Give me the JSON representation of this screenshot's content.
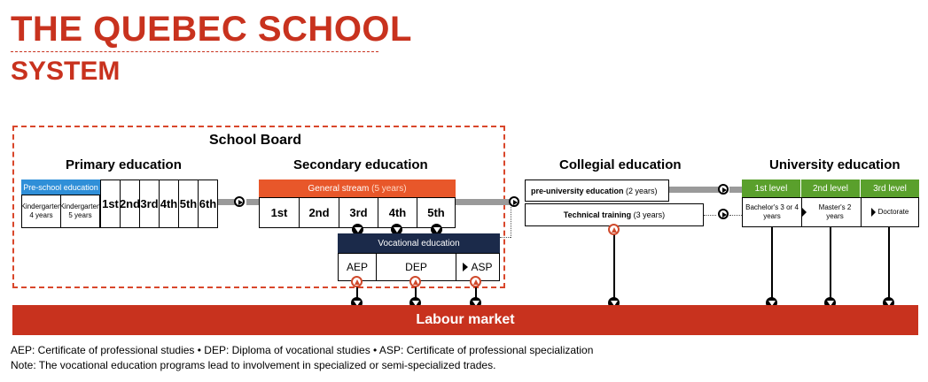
{
  "title_line1": "THE QUEBEC SCHOOL",
  "title_line2": "SYSTEM",
  "school_board": "School Board",
  "primary": {
    "heading": "Primary education",
    "preschool": "Pre-school education",
    "kg4": "Kindergarten 4 years",
    "kg5": "Kindergarten 5 years",
    "grades": [
      "1st",
      "2nd",
      "3rd",
      "4th",
      "5th",
      "6th"
    ]
  },
  "secondary": {
    "heading": "Secondary education",
    "general": "General stream",
    "general_years": "(5 years)",
    "grades": [
      "1st",
      "2nd",
      "3rd",
      "4th",
      "5th"
    ],
    "vocational": "Vocational education",
    "voc_programs": [
      "AEP",
      "DEP",
      "ASP"
    ]
  },
  "collegial": {
    "heading": "Collegial education",
    "preuni": "pre-university education",
    "preuni_years": "(2 years)",
    "technical": "Technical training",
    "technical_years": "(3 years)"
  },
  "university": {
    "heading": "University education",
    "levels": [
      "1st level",
      "2nd level",
      "3rd level"
    ],
    "degrees": [
      "Bachelor's 3 or 4 years",
      "Master's 2 years",
      "Doctorate"
    ]
  },
  "labour_market": "Labour market",
  "footnote_defs": "AEP: Certificate of professional studies  •  DEP: Diploma of vocational studies  •  ASP: Certificate of professional specialization",
  "footnote_note": "Note: The vocational education programs lead to involvement in specialized or semi-specialized trades.",
  "colors": {
    "accent": "#c8321e",
    "preschool_blue": "#2f8fd8",
    "general_orange": "#e8572a",
    "vocational_navy": "#1b2a4a",
    "university_green": "#5aa02c"
  }
}
